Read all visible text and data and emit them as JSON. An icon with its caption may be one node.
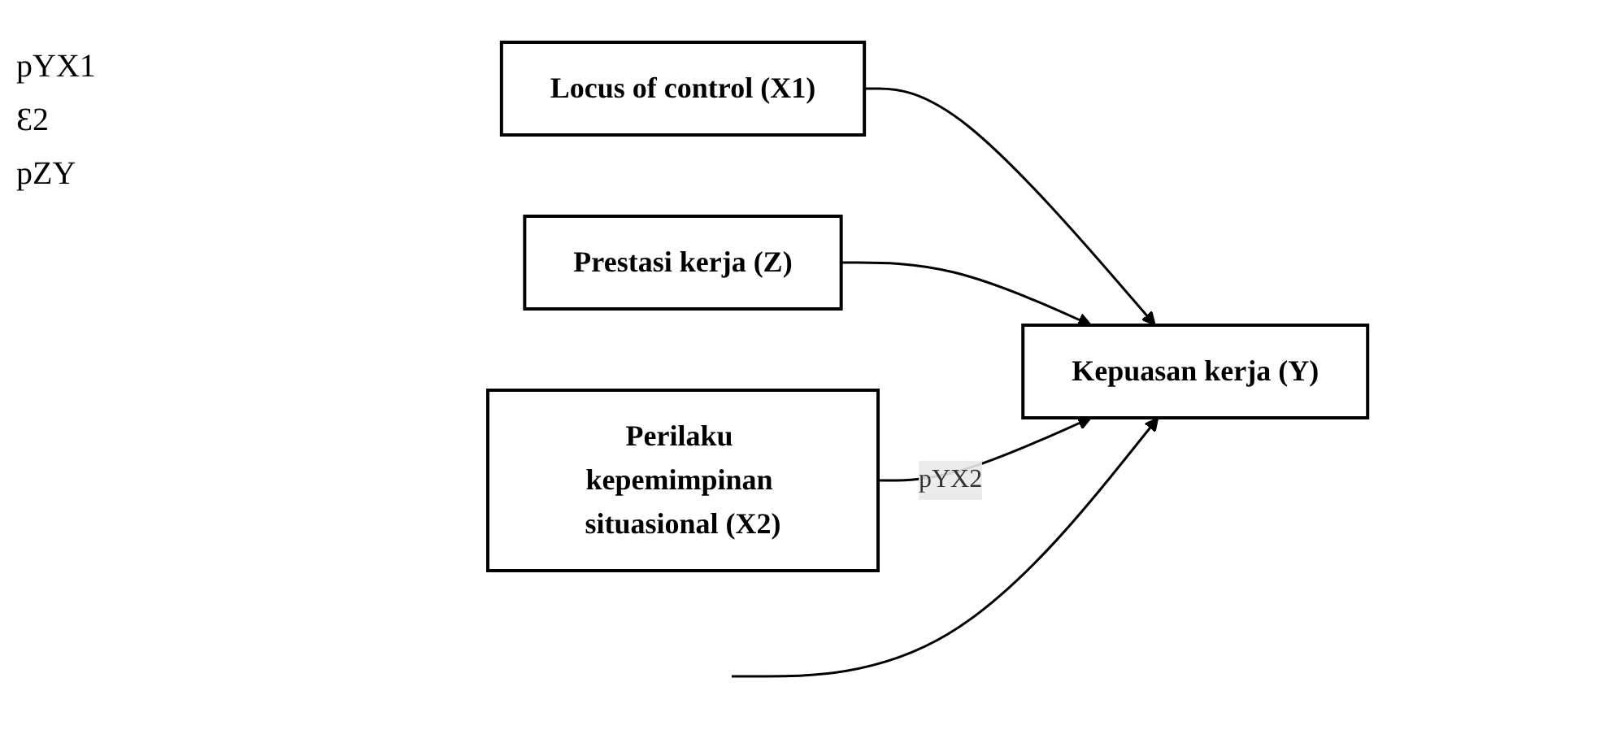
{
  "diagram": {
    "nodes": [
      {
        "text": [
          "Locus of control (X1)"
        ]
      },
      {
        "text": [
          "Prestasi kerja (Z)"
        ]
      },
      {
        "text": [
          "Kepuasan kerja (Y)"
        ]
      },
      {
        "text": [
          "Perilaku kepemimpinan situasional (X2)"
        ]
      }
    ],
    "edges": [
      {
        "from": 0,
        "to": 2,
        "arrow": "to"
      },
      {
        "from": 1,
        "to": 2,
        "arrow": "to"
      },
      {
        "from": 3,
        "to": 2,
        "arrow": "to",
        "label": "pYX2"
      },
      {
        "from": null,
        "to": 2,
        "arrow": "to"
      }
    ],
    "labels": [
      "pYX1",
      "Ɛ2",
      "pZY"
    ]
  }
}
